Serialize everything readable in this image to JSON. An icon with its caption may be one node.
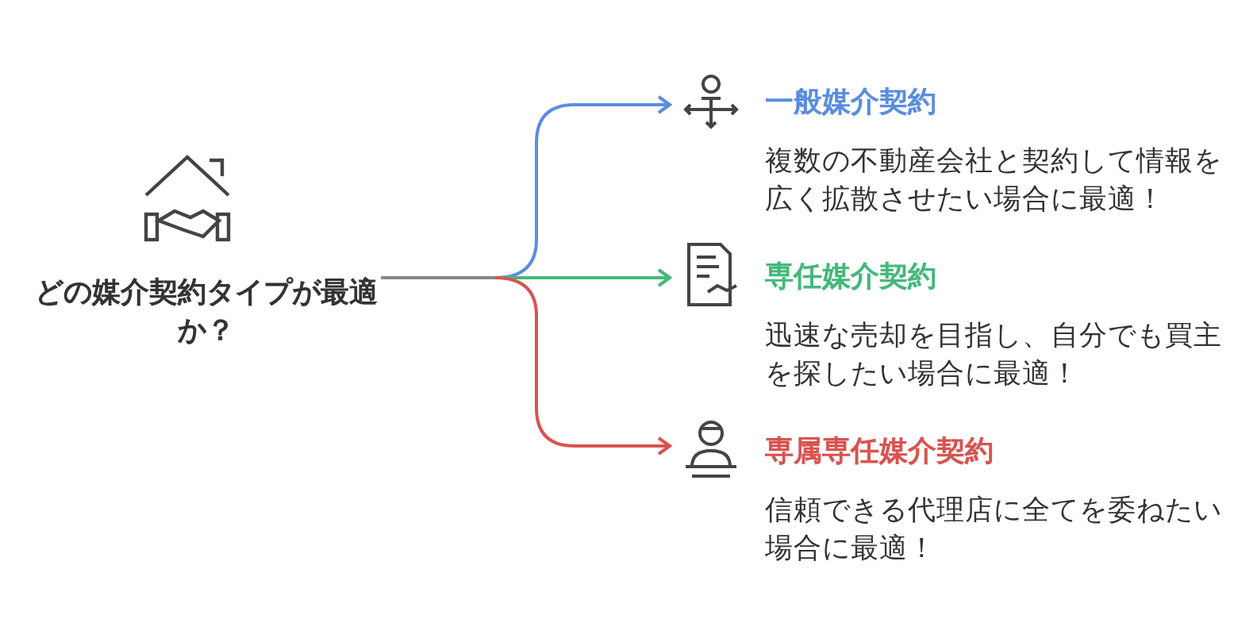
{
  "diagram": {
    "nodes": [
      {
        "text": [
          "どの媒介契約タイプが最適か？"
        ]
      },
      {
        "text": [
          "一般媒介契約",
          "複数の不動産会社と契約して情報を広く拡散させたい場合に最適！"
        ]
      },
      {
        "text": [
          "専任媒介契約",
          "迅速な売却を目指し、自分でも買主を探したい場合に最適！"
        ]
      },
      {
        "text": [
          "専属専任媒介契約",
          "信頼できる代理店に全てを委ねたい場合に最適！"
        ]
      }
    ],
    "edges": [
      {
        "from": 0,
        "to": 1,
        "arrow": "to",
        "color": "#5b8de0"
      },
      {
        "from": 0,
        "to": 2,
        "arrow": "to",
        "color": "#45b87a"
      },
      {
        "from": 0,
        "to": 3,
        "arrow": "to",
        "color": "#d9534f"
      }
    ]
  }
}
